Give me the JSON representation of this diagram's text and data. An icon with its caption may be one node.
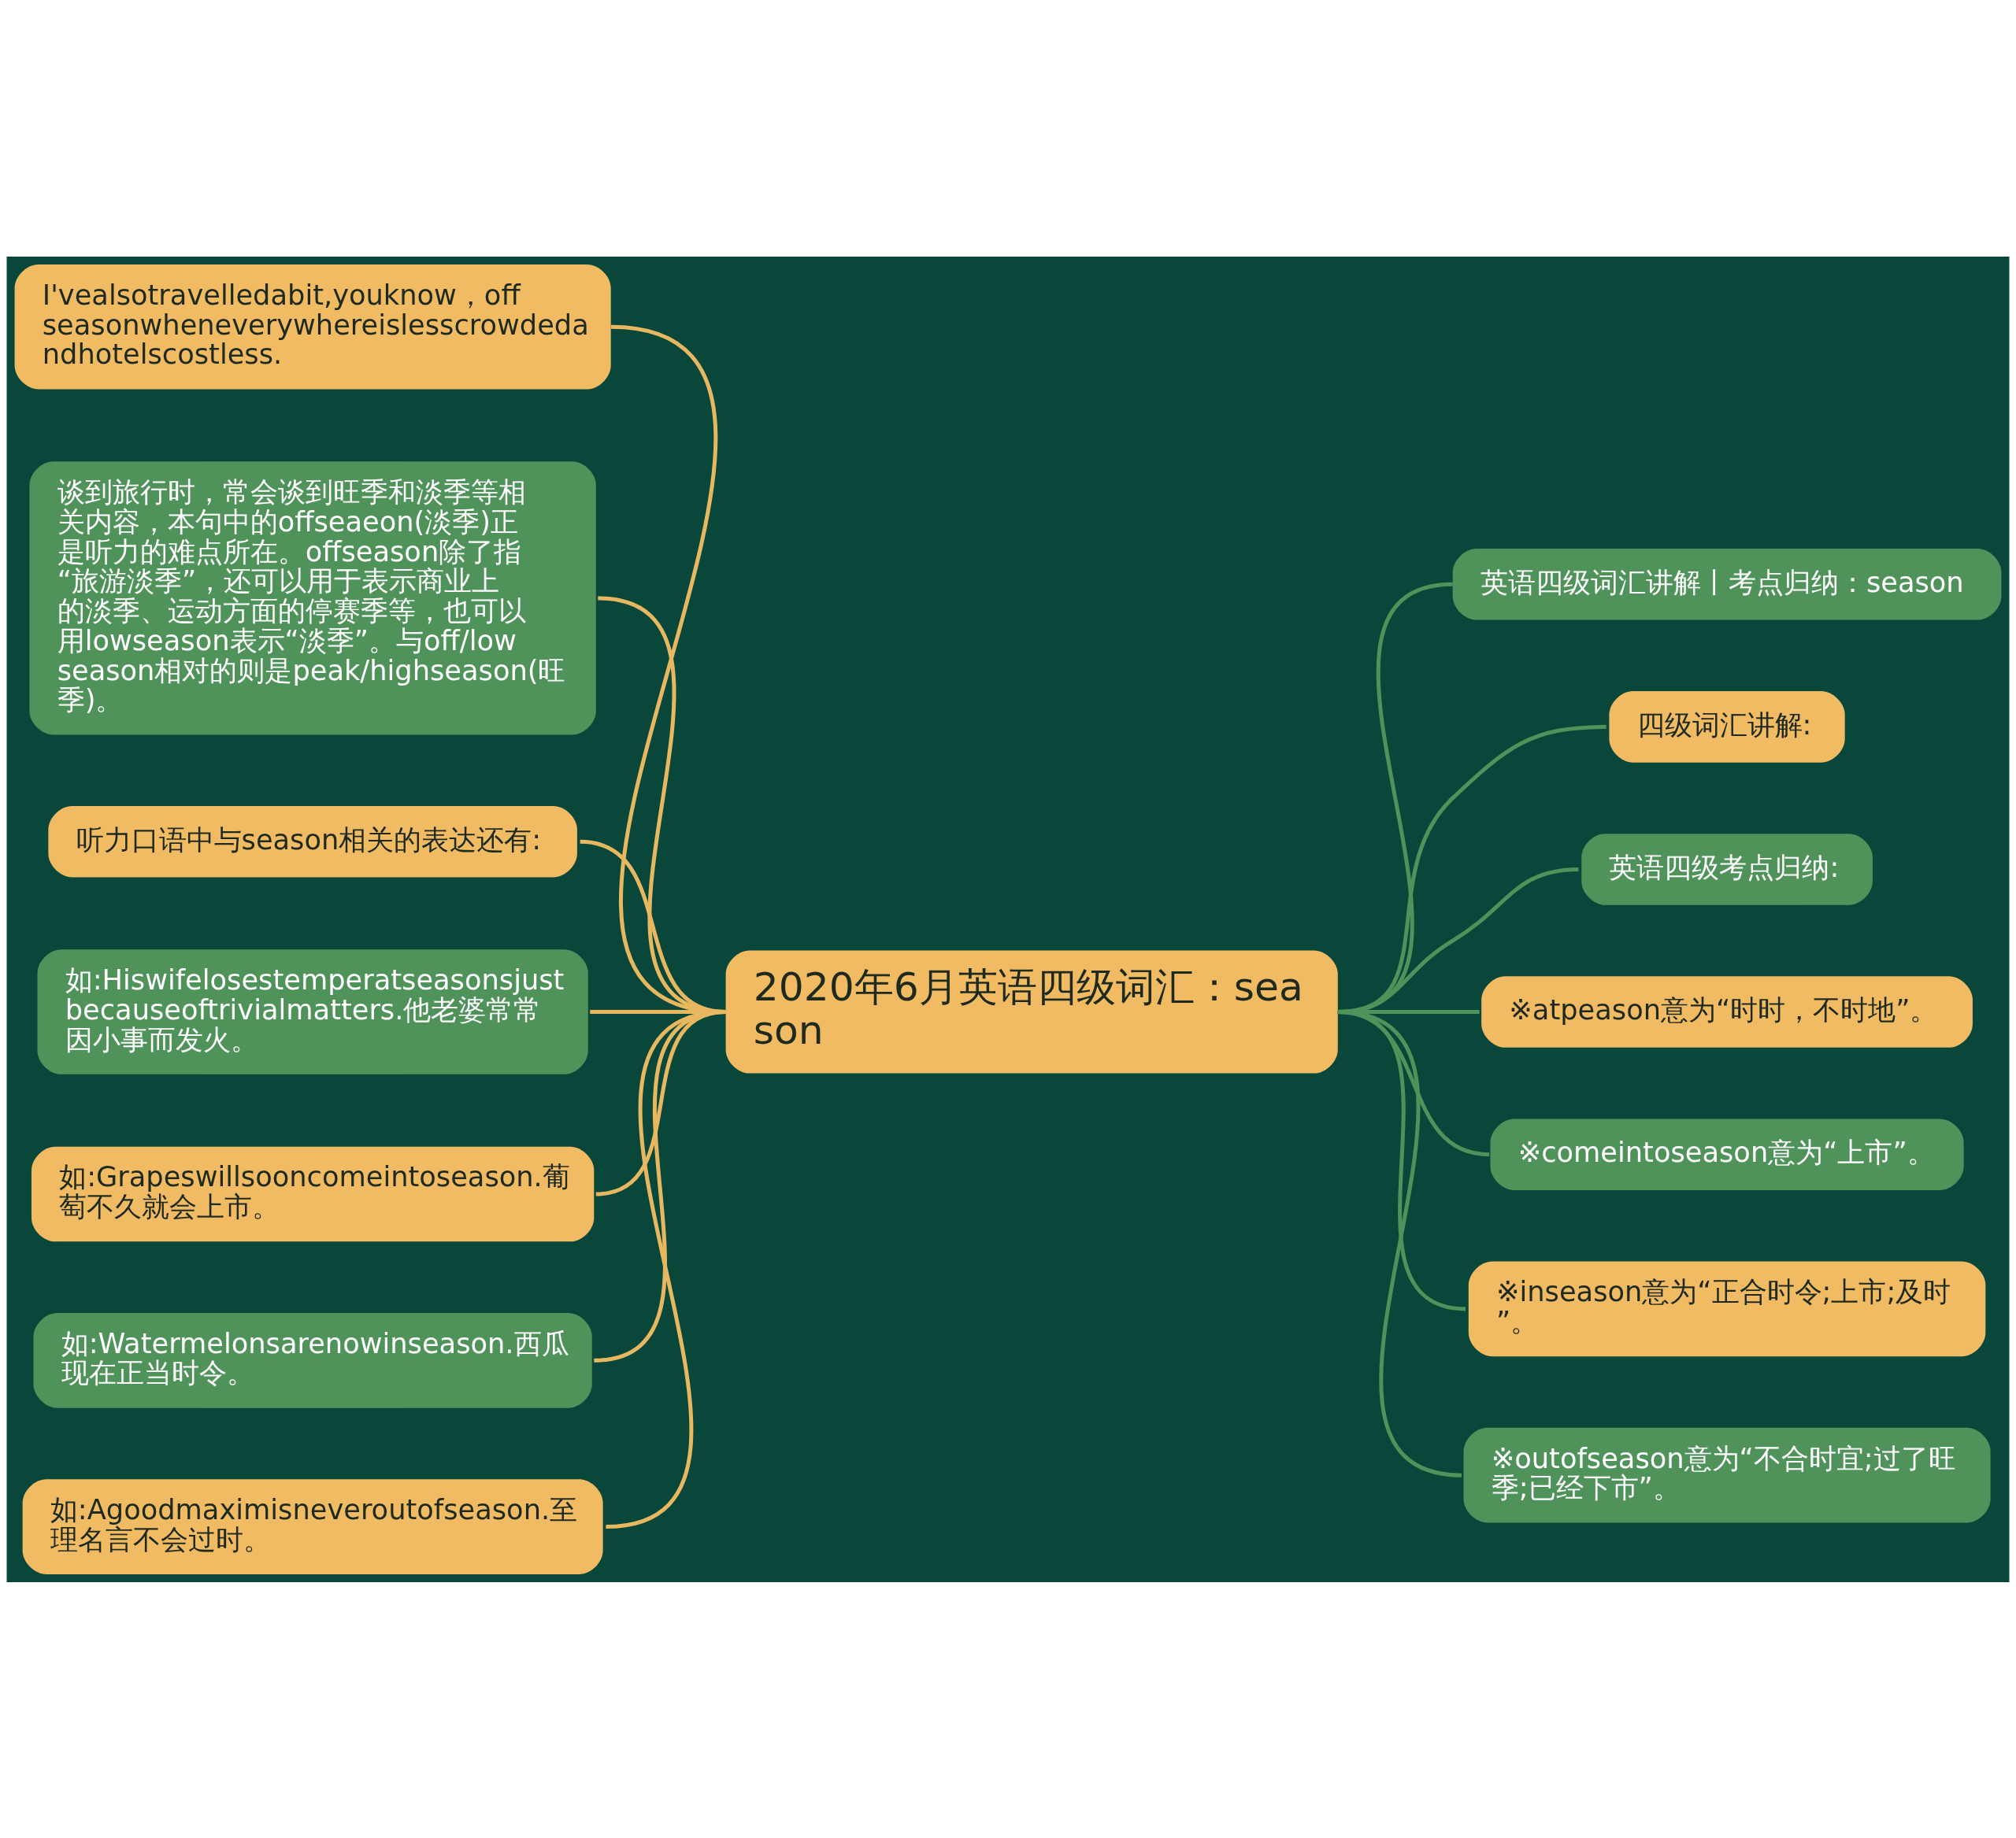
{
  "diagram": {
    "nodes": [
      {
        "text": [
          "2020年6月英语四级词汇：season"
        ]
      },
      {
        "text": [
          "I'vealsotravelledabit,youknow，offseasonwheneverywhereislesscrowdedandhotelscostless."
        ]
      },
      {
        "text": [
          "谈到旅行时，常会谈到旺季和淡季等相关内容，本句中的offseaeon(淡季)正是听力的难点所在。offseason除了指“旅游淡季”，还可以用于表示商业上的淡季、运动方面的停赛季等，也可以用lowseason表示“淡季”。与off/lowseason相对的则是peak/highseason(旺季)。"
        ]
      },
      {
        "text": [
          "听力口语中与season相关的表达还有:"
        ]
      },
      {
        "text": [
          "如:Hiswifelosestemperatseasonsjustbecauseoftrivialmatters.他老婆常常因小事而发火。"
        ]
      },
      {
        "text": [
          "如:Grapeswillsooncomeintoseason.葡萄不久就会上市。"
        ]
      },
      {
        "text": [
          "如:Watermelonsarenowinseason.西瓜现在正当时令。"
        ]
      },
      {
        "text": [
          "如:Agoodmaximisneveroutofseason.至理名言不会过时。"
        ]
      },
      {
        "text": [
          "英语四级词汇讲解丨考点归纳：season"
        ]
      },
      {
        "text": [
          "四级词汇讲解:"
        ]
      },
      {
        "text": [
          "英语四级考点归纳:"
        ]
      },
      {
        "text": [
          "※atpeason意为“时时，不时地”。"
        ]
      },
      {
        "text": [
          "※comeintoseason意为“上市”。"
        ]
      },
      {
        "text": [
          "※inseason意为“正合时令;上市;及时”。"
        ]
      },
      {
        "text": [
          "※outofseason意为“不合时宜;过了旺季;已经下市”。"
        ]
      }
    ],
    "edges": [
      {
        "from": 0,
        "to": 1,
        "arrow": "none",
        "color": "#e8b860"
      },
      {
        "from": 0,
        "to": 2,
        "arrow": "none",
        "color": "#e8b860"
      },
      {
        "from": 0,
        "to": 3,
        "arrow": "none",
        "color": "#e8b860"
      },
      {
        "from": 0,
        "to": 4,
        "arrow": "none",
        "color": "#e8b860"
      },
      {
        "from": 0,
        "to": 5,
        "arrow": "none",
        "color": "#e8b860"
      },
      {
        "from": 0,
        "to": 6,
        "arrow": "none",
        "color": "#e8b860"
      },
      {
        "from": 0,
        "to": 7,
        "arrow": "none",
        "color": "#e8b860"
      },
      {
        "from": 0,
        "to": 8,
        "arrow": "none",
        "color": "#4f935a"
      },
      {
        "from": 0,
        "to": 9,
        "arrow": "none",
        "color": "#4f935a"
      },
      {
        "from": 0,
        "to": 10,
        "arrow": "none",
        "color": "#4f935a"
      },
      {
        "from": 0,
        "to": 11,
        "arrow": "none",
        "color": "#4f935a"
      },
      {
        "from": 0,
        "to": 12,
        "arrow": "none",
        "color": "#4f935a"
      },
      {
        "from": 0,
        "to": 13,
        "arrow": "none",
        "color": "#4f935a"
      },
      {
        "from": 0,
        "to": 14,
        "arrow": "none",
        "color": "#4f935a"
      }
    ]
  }
}
